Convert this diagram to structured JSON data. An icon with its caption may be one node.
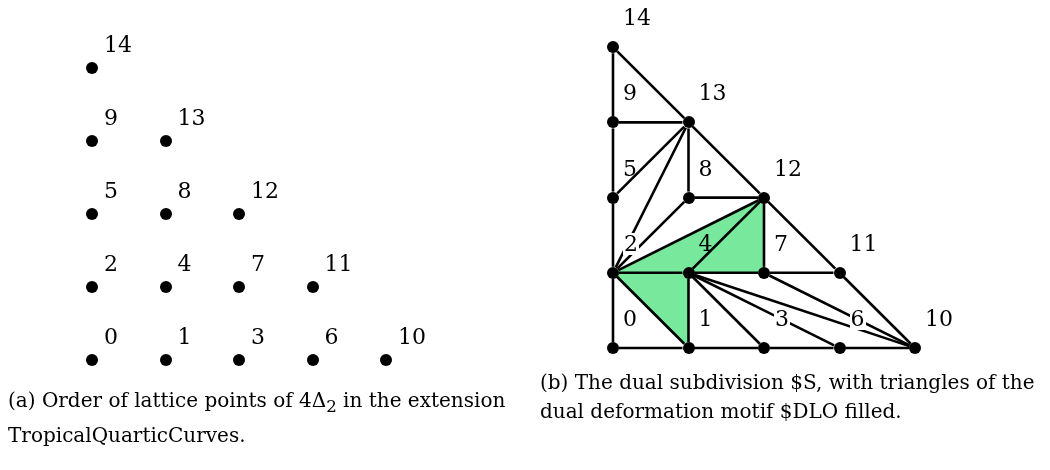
{
  "diagram": {
    "nodes": [
      {
        "text": [],
        "shape": "circle",
        "beside": [
          "0"
        ]
      },
      {
        "text": [],
        "shape": "circle",
        "beside": [
          "1"
        ]
      },
      {
        "text": [],
        "shape": "circle",
        "beside": [
          "2"
        ]
      },
      {
        "text": [],
        "shape": "circle",
        "beside": [
          "3"
        ]
      },
      {
        "text": [],
        "shape": "circle",
        "beside": [
          "4"
        ]
      },
      {
        "text": [],
        "shape": "circle",
        "beside": [
          "5"
        ]
      },
      {
        "text": [],
        "shape": "circle",
        "beside": [
          "6"
        ]
      },
      {
        "text": [],
        "shape": "circle",
        "beside": [
          "7"
        ]
      },
      {
        "text": [],
        "shape": "circle",
        "beside": [
          "8"
        ]
      },
      {
        "text": [],
        "shape": "circle",
        "beside": [
          "9"
        ]
      },
      {
        "text": [],
        "shape": "circle",
        "beside": [
          "10"
        ]
      },
      {
        "text": [],
        "shape": "circle",
        "beside": [
          "11"
        ]
      },
      {
        "text": [],
        "shape": "circle",
        "beside": [
          "12"
        ]
      },
      {
        "text": [],
        "shape": "circle",
        "beside": [
          "13"
        ]
      },
      {
        "text": [],
        "shape": "circle",
        "beside": [
          "14"
        ]
      },
      {
        "text": [],
        "shape": "circle",
        "beside": [
          "0"
        ]
      },
      {
        "text": [],
        "shape": "circle",
        "beside": [
          "1"
        ]
      },
      {
        "text": [],
        "shape": "circle",
        "beside": [
          "2"
        ]
      },
      {
        "text": [],
        "shape": "circle",
        "beside": [
          "3"
        ]
      },
      {
        "text": [],
        "shape": "circle",
        "beside": [
          "4"
        ]
      },
      {
        "text": [],
        "shape": "circle",
        "beside": [
          "5"
        ]
      },
      {
        "text": [],
        "shape": "circle",
        "beside": [
          "6"
        ]
      },
      {
        "text": [],
        "shape": "circle",
        "beside": [
          "7"
        ]
      },
      {
        "text": [],
        "shape": "circle",
        "beside": [
          "8"
        ]
      },
      {
        "text": [],
        "shape": "circle",
        "beside": [
          "9"
        ]
      },
      {
        "text": [],
        "shape": "circle",
        "beside": [
          "10"
        ]
      },
      {
        "text": [],
        "shape": "circle",
        "beside": [
          "11"
        ]
      },
      {
        "text": [],
        "shape": "circle",
        "beside": [
          "12"
        ]
      },
      {
        "text": [],
        "shape": "circle",
        "beside": [
          "13"
        ]
      },
      {
        "text": [],
        "shape": "circle",
        "beside": [
          "14"
        ]
      }
    ],
    "edges": [
      {
        "from": 15,
        "to": 16,
        "arrow": "none"
      },
      {
        "from": 16,
        "to": 18,
        "arrow": "none"
      },
      {
        "from": 18,
        "to": 21,
        "arrow": "none"
      },
      {
        "from": 21,
        "to": 25,
        "arrow": "none"
      },
      {
        "from": 15,
        "to": 17,
        "arrow": "none"
      },
      {
        "from": 17,
        "to": 20,
        "arrow": "none"
      },
      {
        "from": 20,
        "to": 24,
        "arrow": "none"
      },
      {
        "from": 24,
        "to": 29,
        "arrow": "none"
      },
      {
        "from": 29,
        "to": 28,
        "arrow": "none"
      },
      {
        "from": 28,
        "to": 27,
        "arrow": "none"
      },
      {
        "from": 27,
        "to": 26,
        "arrow": "none"
      },
      {
        "from": 26,
        "to": 25,
        "arrow": "none"
      },
      {
        "from": 24,
        "to": 28,
        "arrow": "none"
      },
      {
        "from": 20,
        "to": 28,
        "arrow": "none"
      },
      {
        "from": 17,
        "to": 28,
        "arrow": "none"
      },
      {
        "from": 23,
        "to": 28,
        "arrow": "none"
      },
      {
        "from": 17,
        "to": 23,
        "arrow": "none"
      },
      {
        "from": 23,
        "to": 27,
        "arrow": "none"
      },
      {
        "from": 17,
        "to": 27,
        "arrow": "none"
      },
      {
        "from": 19,
        "to": 27,
        "arrow": "none"
      },
      {
        "from": 22,
        "to": 27,
        "arrow": "none"
      },
      {
        "from": 17,
        "to": 19,
        "arrow": "none"
      },
      {
        "from": 19,
        "to": 22,
        "arrow": "none"
      },
      {
        "from": 22,
        "to": 26,
        "arrow": "none"
      },
      {
        "from": 17,
        "to": 16,
        "arrow": "none"
      },
      {
        "from": 19,
        "to": 16,
        "arrow": "none"
      },
      {
        "from": 19,
        "to": 18,
        "arrow": "none"
      },
      {
        "from": 19,
        "to": 21,
        "arrow": "none"
      },
      {
        "from": 19,
        "to": 25,
        "arrow": "none"
      },
      {
        "from": 22,
        "to": 25,
        "arrow": "none"
      }
    ],
    "labels": [
      "(a) Order of lattice points of 4Δ$_{2}$ in the extension TropicalQuarticCurves.",
      "(b) The dual subdivision $S, with triangles of the dual deformation motif $DLO filled."
    ]
  }
}
